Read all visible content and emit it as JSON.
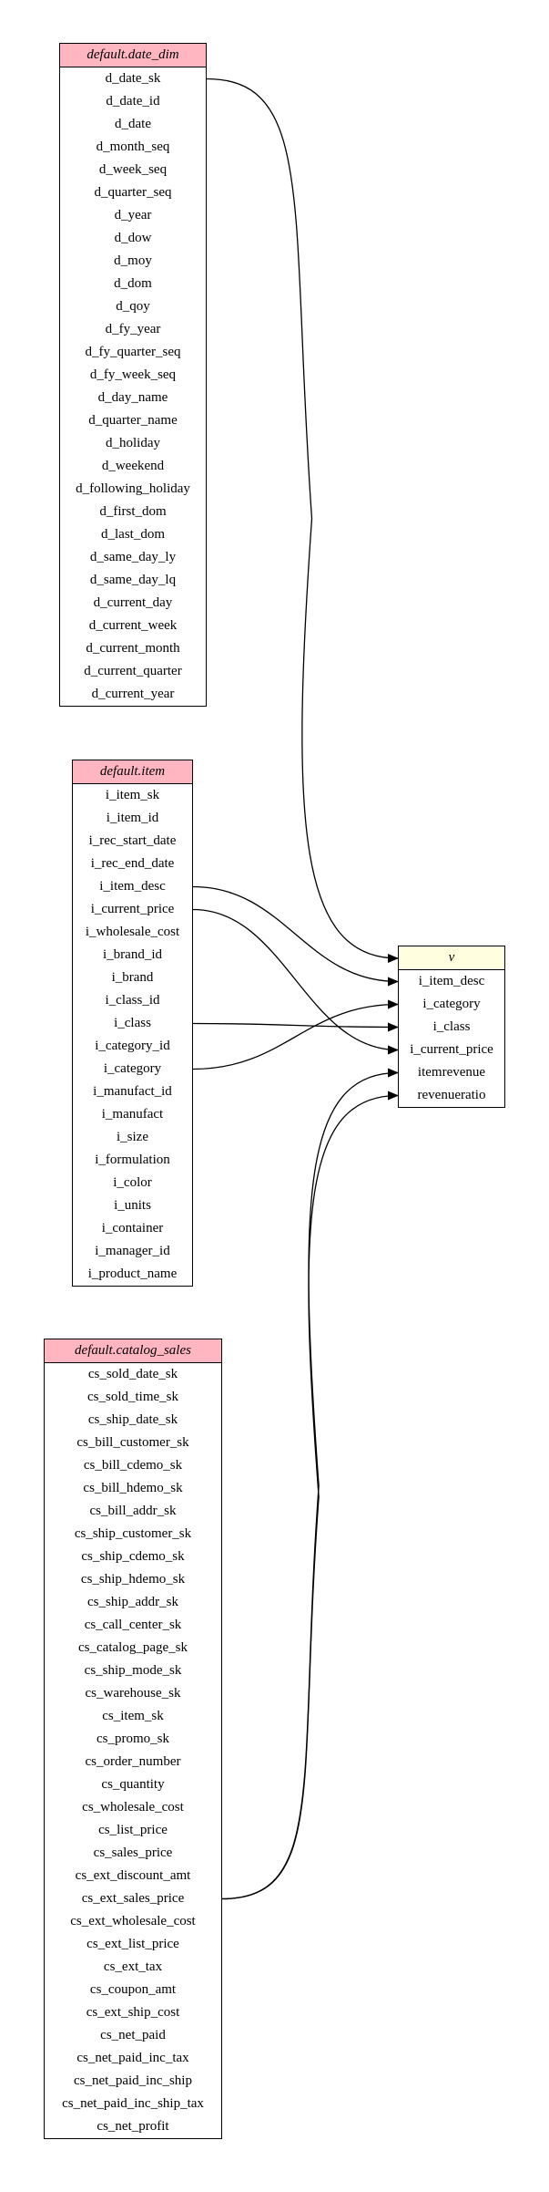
{
  "colors": {
    "source_header": "#ffb6c1",
    "view_header": "#ffffe0",
    "edge": "#000000"
  },
  "tables": {
    "date_dim": {
      "title": "default.date_dim",
      "columns": [
        "d_date_sk",
        "d_date_id",
        "d_date",
        "d_month_seq",
        "d_week_seq",
        "d_quarter_seq",
        "d_year",
        "d_dow",
        "d_moy",
        "d_dom",
        "d_qoy",
        "d_fy_year",
        "d_fy_quarter_seq",
        "d_fy_week_seq",
        "d_day_name",
        "d_quarter_name",
        "d_holiday",
        "d_weekend",
        "d_following_holiday",
        "d_first_dom",
        "d_last_dom",
        "d_same_day_ly",
        "d_same_day_lq",
        "d_current_day",
        "d_current_week",
        "d_current_month",
        "d_current_quarter",
        "d_current_year"
      ]
    },
    "item": {
      "title": "default.item",
      "columns": [
        "i_item_sk",
        "i_item_id",
        "i_rec_start_date",
        "i_rec_end_date",
        "i_item_desc",
        "i_current_price",
        "i_wholesale_cost",
        "i_brand_id",
        "i_brand",
        "i_class_id",
        "i_class",
        "i_category_id",
        "i_category",
        "i_manufact_id",
        "i_manufact",
        "i_size",
        "i_formulation",
        "i_color",
        "i_units",
        "i_container",
        "i_manager_id",
        "i_product_name"
      ]
    },
    "catalog_sales": {
      "title": "default.catalog_sales",
      "columns": [
        "cs_sold_date_sk",
        "cs_sold_time_sk",
        "cs_ship_date_sk",
        "cs_bill_customer_sk",
        "cs_bill_cdemo_sk",
        "cs_bill_hdemo_sk",
        "cs_bill_addr_sk",
        "cs_ship_customer_sk",
        "cs_ship_cdemo_sk",
        "cs_ship_hdemo_sk",
        "cs_ship_addr_sk",
        "cs_call_center_sk",
        "cs_catalog_page_sk",
        "cs_ship_mode_sk",
        "cs_warehouse_sk",
        "cs_item_sk",
        "cs_promo_sk",
        "cs_order_number",
        "cs_quantity",
        "cs_wholesale_cost",
        "cs_list_price",
        "cs_sales_price",
        "cs_ext_discount_amt",
        "cs_ext_sales_price",
        "cs_ext_wholesale_cost",
        "cs_ext_list_price",
        "cs_ext_tax",
        "cs_coupon_amt",
        "cs_ext_ship_cost",
        "cs_net_paid",
        "cs_net_paid_inc_tax",
        "cs_net_paid_inc_ship",
        "cs_net_paid_inc_ship_tax",
        "cs_net_profit"
      ]
    },
    "v": {
      "title": "v",
      "columns": [
        "i_item_desc",
        "i_category",
        "i_class",
        "i_current_price",
        "itemrevenue",
        "revenueratio"
      ]
    }
  },
  "edges": [
    {
      "from": "date_dim.d_date_sk",
      "to": "v.title"
    },
    {
      "from": "item.i_item_desc",
      "to": "v.i_item_desc"
    },
    {
      "from": "item.i_current_price",
      "to": "v.i_current_price"
    },
    {
      "from": "item.i_class",
      "to": "v.i_class"
    },
    {
      "from": "item.i_category",
      "to": "v.i_category"
    },
    {
      "from": "catalog_sales.cs_ext_sales_price",
      "to": "v.itemrevenue"
    },
    {
      "from": "catalog_sales.cs_ext_sales_price",
      "to": "v.revenueratio"
    }
  ]
}
